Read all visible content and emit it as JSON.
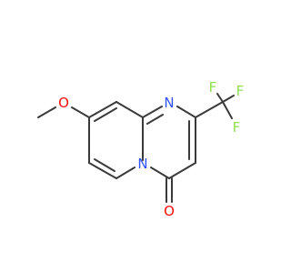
{
  "molecule": {
    "atoms": {
      "methoxy_oxygen": "O",
      "ring_nitrogen_top": "N",
      "ring_nitrogen_bridge": "N",
      "carbonyl_oxygen": "O",
      "fluorine_top": "F",
      "fluorine_right": "F",
      "fluorine_bottom": "F"
    },
    "colors": {
      "bond": "#3a3a3a",
      "oxygen": "#ff0d0d",
      "nitrogen": "#3050f8",
      "fluorine": "#90e050"
    }
  }
}
